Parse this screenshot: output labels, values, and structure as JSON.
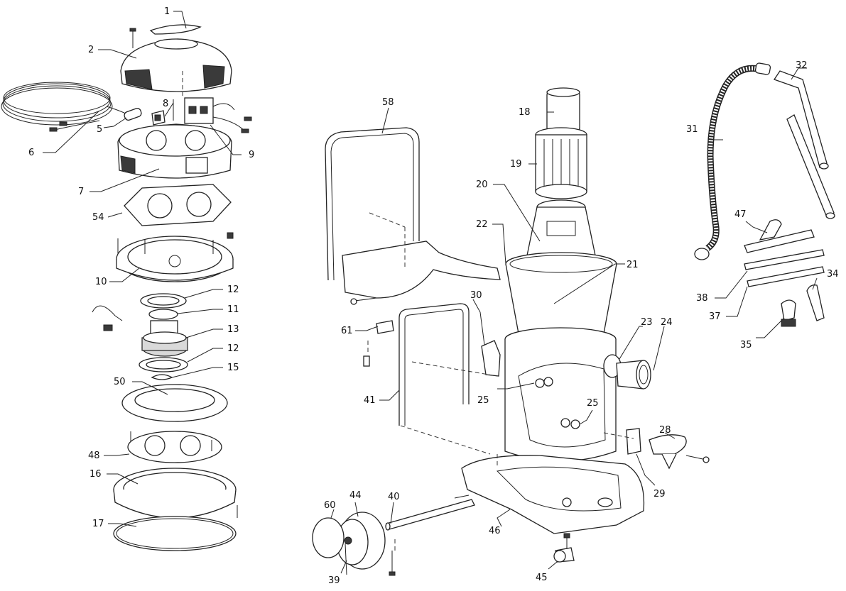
{
  "labels": {
    "p1": "1",
    "p2": "2",
    "p5": "5",
    "p6": "6",
    "p7": "7",
    "p8": "8",
    "p9": "9",
    "p10": "10",
    "p11": "11",
    "p12a": "12",
    "p12b": "12",
    "p13": "13",
    "p15": "15",
    "p16": "16",
    "p17": "17",
    "p18": "18",
    "p19": "19",
    "p20": "20",
    "p21": "21",
    "p22": "22",
    "p23": "23",
    "p24": "24",
    "p25a": "25",
    "p25b": "25",
    "p28": "28",
    "p29": "29",
    "p30": "30",
    "p31": "31",
    "p32": "32",
    "p34": "34",
    "p35": "35",
    "p37": "37",
    "p38": "38",
    "p39": "39",
    "p40": "40",
    "p41": "41",
    "p44": "44",
    "p45": "45",
    "p46": "46",
    "p47": "47",
    "p48": "48",
    "p50": "50",
    "p54": "54",
    "p58": "58",
    "p60": "60",
    "p61": "61"
  }
}
